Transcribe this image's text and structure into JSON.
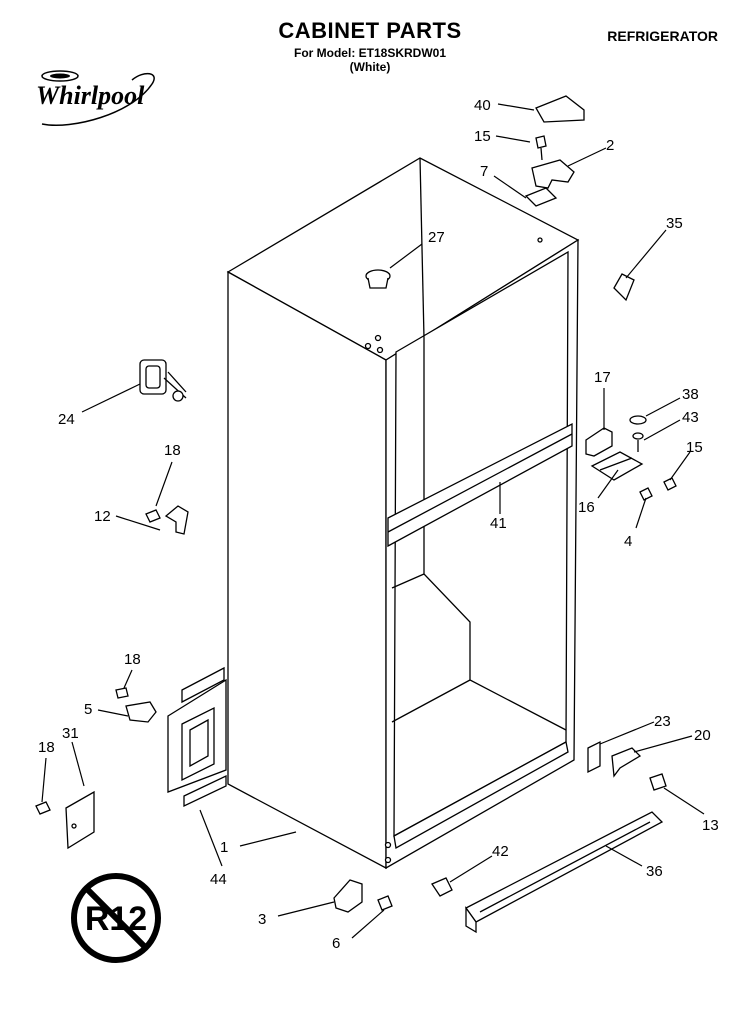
{
  "header": {
    "title": "CABINET PARTS",
    "model_line": "For Model: ET18SKRDW01",
    "color_line": "(White)",
    "category": "REFRIGERATOR"
  },
  "brand": {
    "logo_text": "Whirlpool"
  },
  "badge": {
    "text": "R12"
  },
  "callouts": [
    "40",
    "15",
    "2",
    "7",
    "27",
    "35",
    "24",
    "18",
    "12",
    "17",
    "38",
    "43",
    "15",
    "16",
    "4",
    "41",
    "18",
    "5",
    "31",
    "18",
    "23",
    "20",
    "13",
    "1",
    "44",
    "42",
    "36",
    "3",
    "6"
  ]
}
